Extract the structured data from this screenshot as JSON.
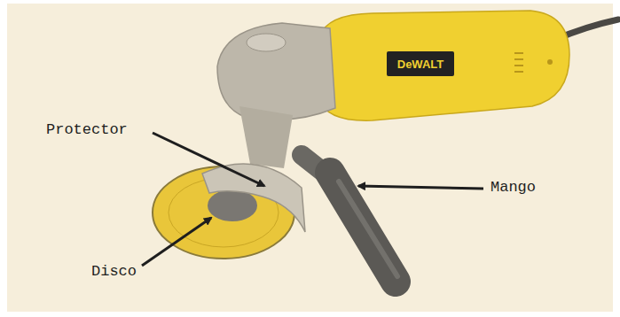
{
  "diagram": {
    "labels": [
      "Protector",
      "Mango",
      "Disco",
      "DeWALT"
    ]
  }
}
